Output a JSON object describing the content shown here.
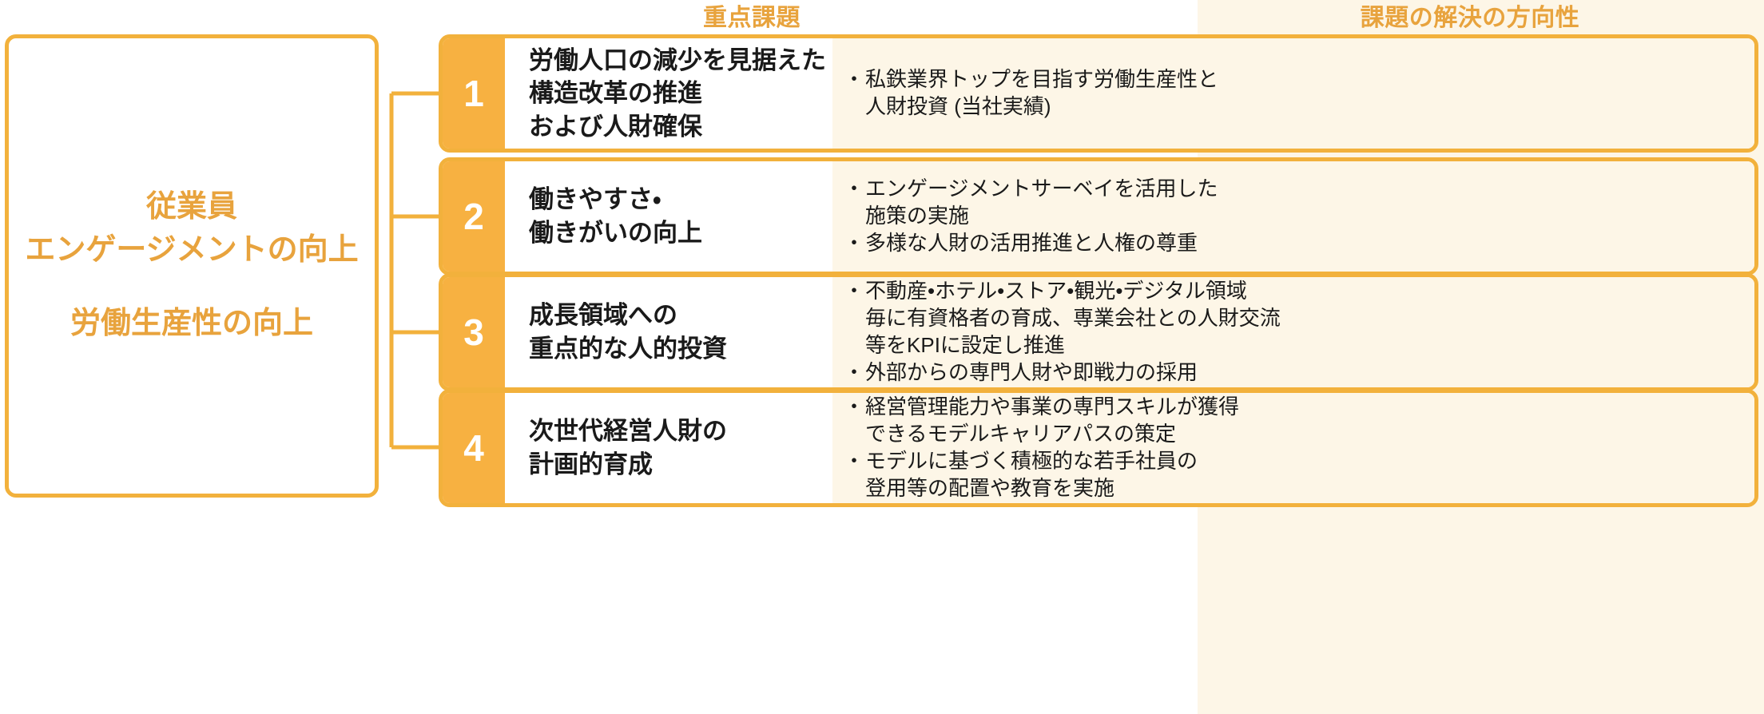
{
  "headers": {
    "focus_issues": "重点課題",
    "solution_direction": "課題の解決の方向性"
  },
  "left_box": {
    "line1": "従業員\nエンゲージメントの向上",
    "line2": "労働生産性の向上"
  },
  "colors": {
    "accent": "#f2b13c",
    "accent_text": "#e8a33d",
    "number_cell": "#f7b141",
    "tint_background": "#fdf6e7",
    "body_text": "#1a1a1a",
    "white": "#ffffff"
  },
  "bullet_mark": "・",
  "rows": [
    {
      "number": "1",
      "title": "労働人口の減少を見据えた\n構造改革の推進\nおよび人財確保",
      "bullets": [
        "私鉄業界トップを目指す労働生産性と\n人財投資 (当社実績)"
      ]
    },
    {
      "number": "2",
      "title": "働きやすさ・\n働きがいの向上",
      "bullets": [
        "エンゲージメントサーベイを活用した\n施策の実施",
        "多様な人財の活用推進と人権の尊重"
      ]
    },
    {
      "number": "3",
      "title": "成長領域への\n重点的な人的投資",
      "bullets": [
        "不動産•ホテル•ストア•観光•デジタル領域\n毎に有資格者の育成、専業会社との人財交流\n等をKPIに設定し推進",
        "外部からの専門人財や即戦力の採用"
      ]
    },
    {
      "number": "4",
      "title": "次世代経営人財の\n計画的育成",
      "bullets": [
        "経営管理能力や事業の専門スキルが獲得\nできるモデルキャリアパスの策定",
        "モデルに基づく積極的な若手社員の\n登用等の配置や教育を実施"
      ]
    }
  ]
}
